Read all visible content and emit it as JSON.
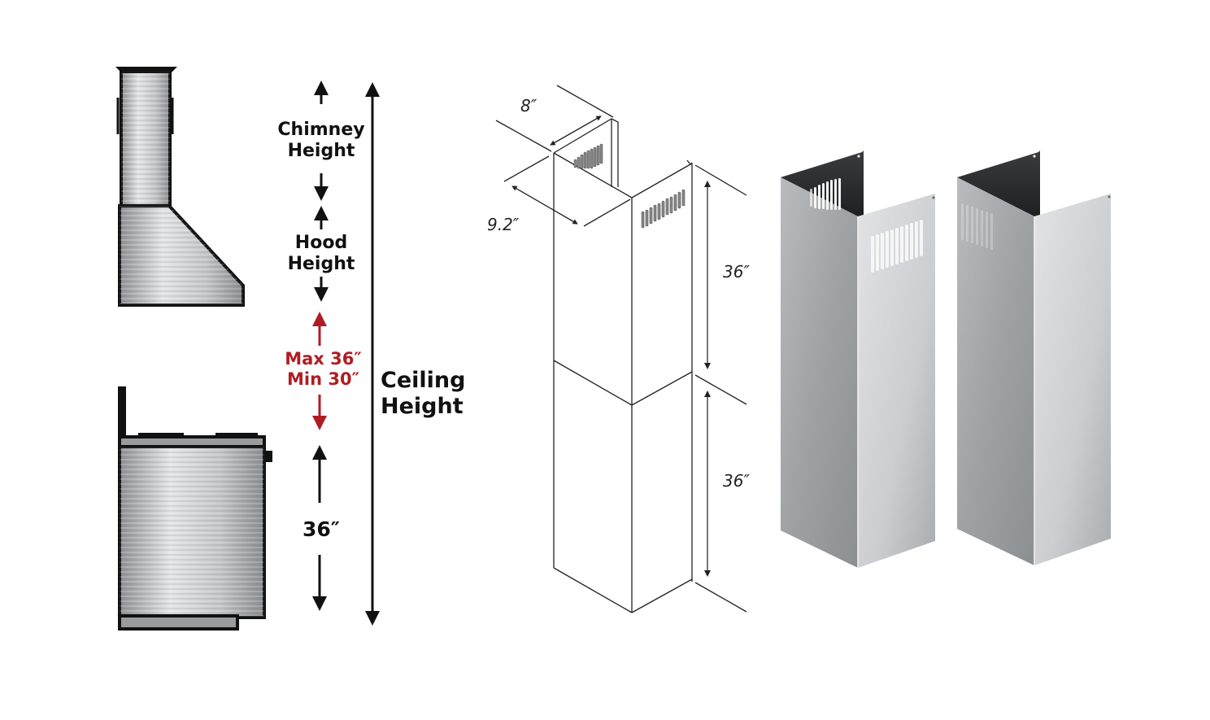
{
  "installation_diagram": {
    "chimney_label_line1": "Chimney",
    "chimney_label_line2": "Height",
    "hood_label_line1": "Hood",
    "hood_label_line2": "Height",
    "clearance_max": "Max 36″",
    "clearance_min": "Min 30″",
    "counter_height": "36″",
    "ceiling_label_line1": "Ceiling",
    "ceiling_label_line2": "Height"
  },
  "line_drawing": {
    "depth_dim": "8″",
    "width_dim": "9.2″",
    "upper_section_dim": "36″",
    "lower_section_dim": "36″"
  },
  "product_photos": {
    "count": 2
  },
  "colors": {
    "accent_red": "#b01c24",
    "ink": "#111111",
    "steel_light": "#d2d4d6",
    "steel_mid": "#a7aaad",
    "steel_dark": "#2d2e30"
  }
}
